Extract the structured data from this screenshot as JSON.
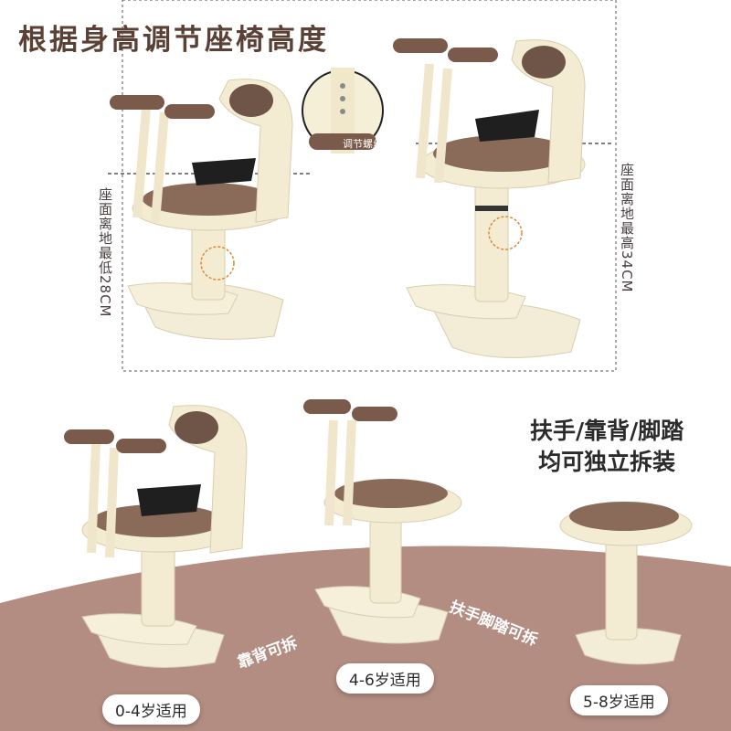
{
  "title": "根据身高调节座椅高度",
  "screw_label": "调节螺丝",
  "min_height_label": "座面离地最低28CM",
  "max_height_label": "座面离地最高34CM",
  "feature_text": [
    "扶手/靠背/脚踏",
    "均可独立拆装"
  ],
  "backrest_removable": "靠背可拆",
  "armrest_footrest_removable": "扶手脚踏可拆",
  "ages": [
    "0-4岁适用",
    "4-6岁适用",
    "5-8岁适用"
  ],
  "colors": {
    "title": "#5b4035",
    "seat_brown": "#8a6b5a",
    "cream": "#f4ecd2",
    "floor": "#b38d82",
    "handle": "#7a5a4a"
  }
}
